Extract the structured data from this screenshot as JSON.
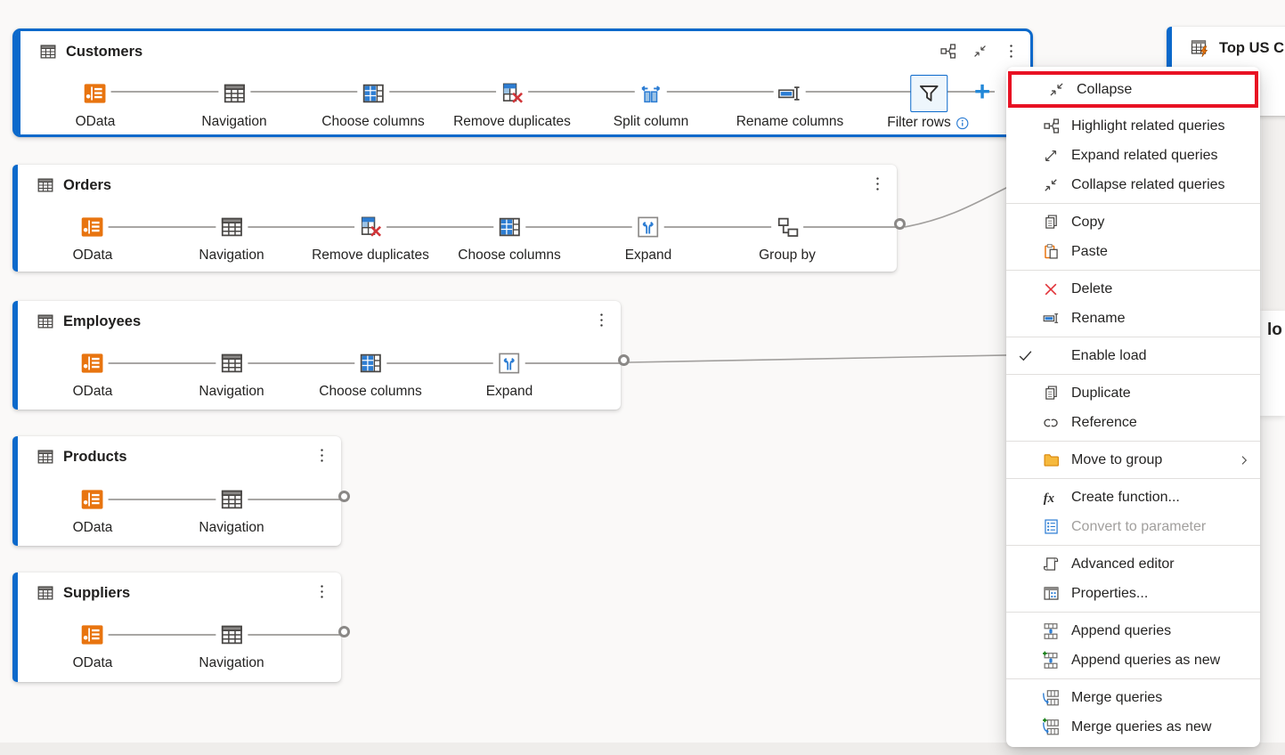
{
  "colors": {
    "accent_blue": "#0b69cb",
    "highlight_red": "#e81123",
    "odata_orange": "#e8740f",
    "step_blue": "#2b7cd3",
    "connector_gray": "#a19f9d",
    "success_green": "#107c10",
    "delete_red": "#e13238"
  },
  "cards": [
    {
      "title": "Customers",
      "selected": true,
      "header_icons": [
        "highlight-related-icon",
        "collapse-icon",
        "more-icon"
      ],
      "steps": [
        {
          "label": "OData",
          "icon": "odata-icon"
        },
        {
          "label": "Navigation",
          "icon": "table-icon"
        },
        {
          "label": "Choose columns",
          "icon": "choose-columns-icon"
        },
        {
          "label": "Remove duplicates",
          "icon": "remove-duplicates-icon"
        },
        {
          "label": "Split column",
          "icon": "split-column-icon"
        },
        {
          "label": "Rename columns",
          "icon": "rename-columns-icon"
        },
        {
          "label": "Filter rows",
          "icon": "filter-rows-icon",
          "selected": true,
          "has_info": true
        }
      ],
      "add_button": "+"
    },
    {
      "title": "Orders",
      "steps": [
        {
          "label": "OData"
        },
        {
          "label": "Navigation"
        },
        {
          "label": "Remove duplicates"
        },
        {
          "label": "Choose columns"
        },
        {
          "label": "Expand"
        },
        {
          "label": "Group by"
        }
      ],
      "has_output_port": true
    },
    {
      "title": "Employees",
      "steps": [
        {
          "label": "OData"
        },
        {
          "label": "Navigation"
        },
        {
          "label": "Choose columns"
        },
        {
          "label": "Expand"
        }
      ],
      "has_output_port": true
    },
    {
      "title": "Products",
      "steps": [
        {
          "label": "OData"
        },
        {
          "label": "Navigation"
        }
      ],
      "has_output_port": true
    },
    {
      "title": "Suppliers",
      "steps": [
        {
          "label": "OData"
        },
        {
          "label": "Navigation"
        }
      ],
      "has_output_port": true
    }
  ],
  "peek_card": {
    "title": "Top US Cus",
    "icon": "table-lightning-icon"
  },
  "fragment": {
    "text": "lo"
  },
  "context_menu": {
    "items": [
      {
        "label": "Collapse",
        "icon": "collapse-icon",
        "highlighted": true
      },
      {
        "label": "Highlight related queries",
        "icon": "highlight-related-icon"
      },
      {
        "label": "Expand related queries",
        "icon": "expand-diagonal-icon"
      },
      {
        "label": "Collapse related queries",
        "icon": "collapse-icon"
      },
      {
        "label": "Copy",
        "icon": "copy-icon"
      },
      {
        "label": "Paste",
        "icon": "paste-icon"
      },
      {
        "label": "Delete",
        "icon": "delete-icon"
      },
      {
        "label": "Rename",
        "icon": "rename-icon"
      },
      {
        "label": "Enable load",
        "checked": true
      },
      {
        "label": "Duplicate",
        "icon": "copy-icon"
      },
      {
        "label": "Reference",
        "icon": "reference-icon"
      },
      {
        "label": "Move to group",
        "icon": "folder-icon",
        "has_submenu": true
      },
      {
        "label": "Create function...",
        "icon": "fx-icon"
      },
      {
        "label": "Convert to parameter",
        "icon": "parameter-icon",
        "disabled": true
      },
      {
        "label": "Advanced editor",
        "icon": "advanced-editor-icon"
      },
      {
        "label": "Properties...",
        "icon": "properties-icon"
      },
      {
        "label": "Append queries",
        "icon": "append-icon"
      },
      {
        "label": "Append queries as new",
        "icon": "append-new-icon"
      },
      {
        "label": "Merge queries",
        "icon": "merge-icon"
      },
      {
        "label": "Merge queries as new",
        "icon": "merge-new-icon"
      }
    ]
  }
}
